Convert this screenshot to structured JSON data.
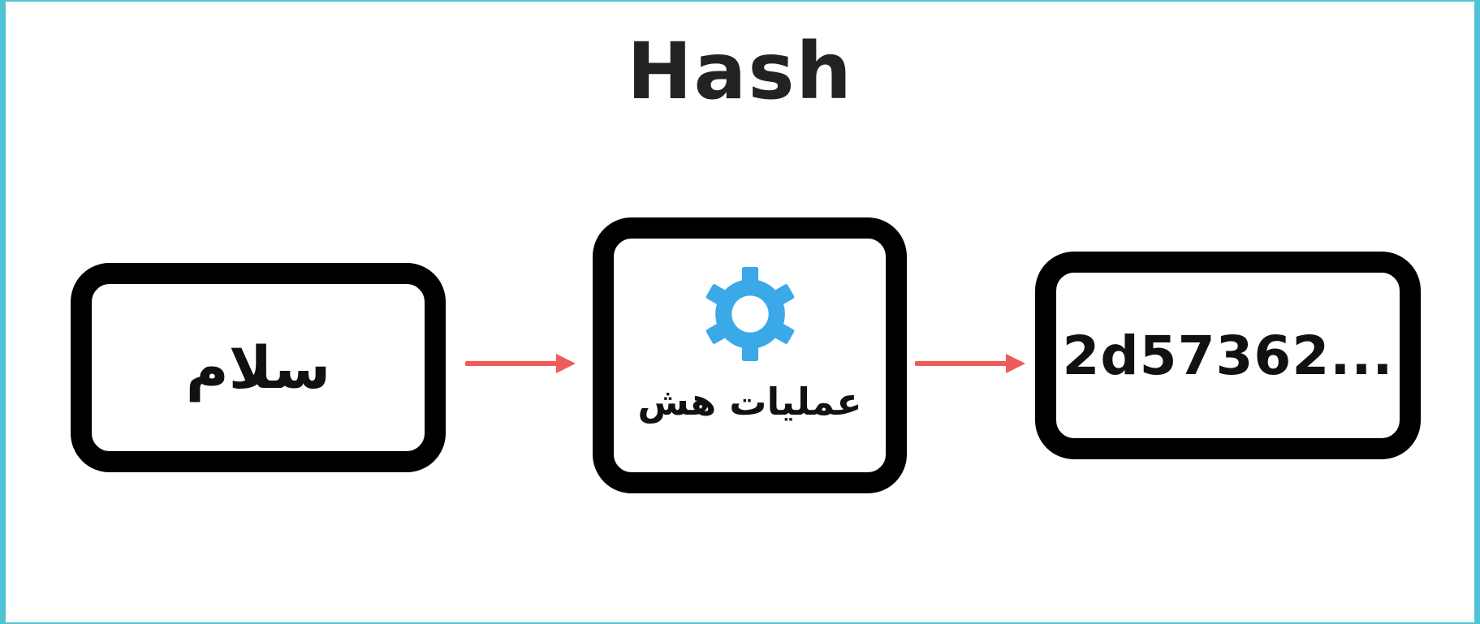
{
  "title": "Hash",
  "nodes": {
    "input": {
      "text": "سلام"
    },
    "process": {
      "text": "عملیات هش",
      "icon": "gear-icon"
    },
    "output": {
      "text": "2d57362..."
    }
  },
  "colors": {
    "frame": "#4fc3d6",
    "box_border": "#000000",
    "arrow": "#ef5b5b",
    "gear": "#3ba9e8"
  }
}
